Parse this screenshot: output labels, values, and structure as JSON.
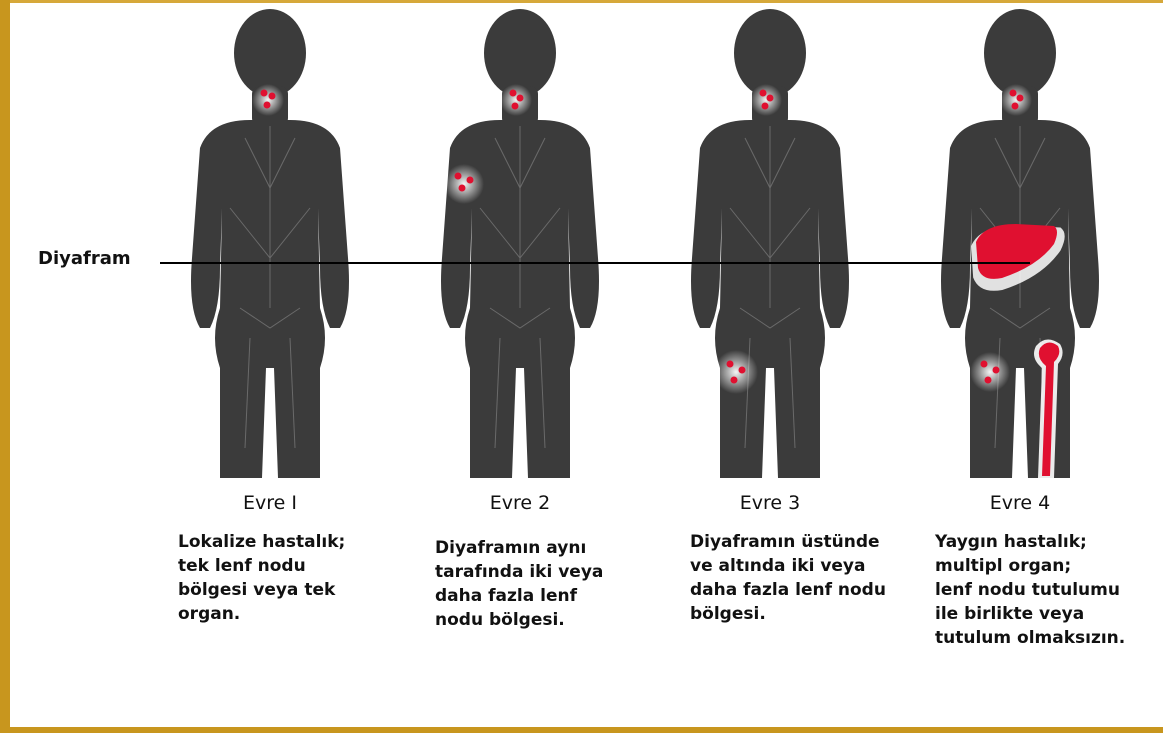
{
  "diaphragm_label": "Diyafram",
  "stages": [
    {
      "title": "Evre I",
      "description": "Lokalize hastalık;\ntek lenf nodu\nbölgesi veya tek\norgan."
    },
    {
      "title": "Evre 2",
      "description": "Diyaframın aynı\ntarafında iki veya\ndaha fazla lenf\nnodu bölgesi."
    },
    {
      "title": "Evre 3",
      "description": "Diyaframın üstünde\nve altında iki veya\ndaha fazla lenf nodu\nbölgesi."
    },
    {
      "title": "Evre 4",
      "description": "Yaygın hastalık;\nmultipl organ;\nlenf nodu tutulumu\nile birlikte veya\ntutulum olmaksızın."
    }
  ],
  "colors": {
    "frame": "#c8961e",
    "body": "#3a3a3a",
    "lesion": "#e01030"
  }
}
